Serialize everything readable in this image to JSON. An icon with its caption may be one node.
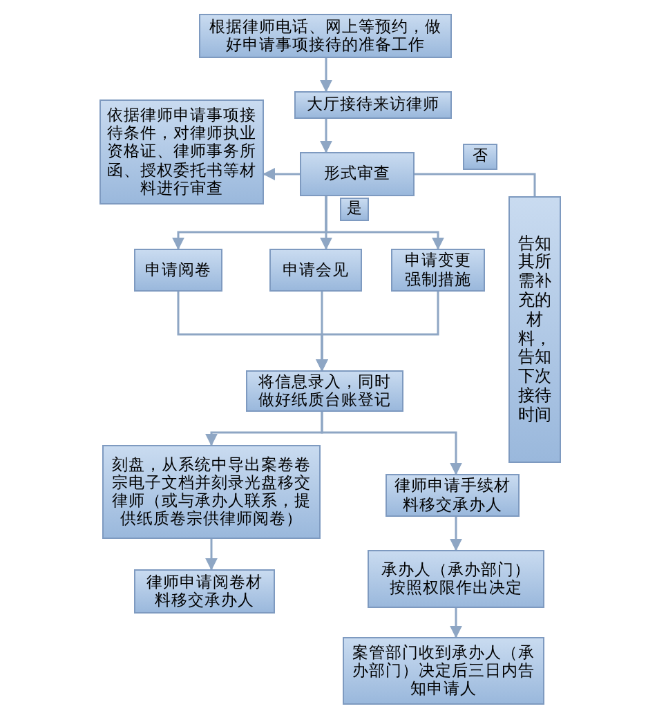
{
  "diagram": {
    "nodes": [
      {
        "text": [
          "根据律师电话、网上等预约，做好申请事项接待的准备工作"
        ]
      },
      {
        "text": [
          "大厅接待来访律师"
        ]
      },
      {
        "text": [
          "依据律师申请事项接待条件，对律师执业资格证、律师事务所函、授权委托书等材料进行审查"
        ]
      },
      {
        "text": [
          "形式审查"
        ]
      },
      {
        "text": [
          "否"
        ]
      },
      {
        "text": [
          "是"
        ]
      },
      {
        "text": [
          "告知其所需补充的材料，告知下次接待时间"
        ]
      },
      {
        "text": [
          "申请阅卷"
        ]
      },
      {
        "text": [
          "申请会见"
        ]
      },
      {
        "text": [
          "申请变更强制措施"
        ]
      },
      {
        "text": [
          "将信息录入，同时做好纸质台账登记"
        ]
      },
      {
        "text": [
          "刻盘，从系统中导出案卷卷宗电子文档并刻录光盘移交律师（或与承办人联系，提供纸质卷宗供律师阅卷）"
        ]
      },
      {
        "text": [
          "律师申请阅卷材料移交承办人"
        ]
      },
      {
        "text": [
          "律师申请手续材料移交承办人"
        ]
      },
      {
        "text": [
          "承办人（承办部门）按照权限作出决定"
        ]
      },
      {
        "text": [
          "案管部门收到承办人（承办部门）决定后三日内告知申请人"
        ]
      }
    ],
    "edges": [
      {
        "from": 0,
        "to": 1,
        "arrow": "to"
      },
      {
        "from": 1,
        "to": 3,
        "arrow": "to"
      },
      {
        "from": 3,
        "to": 2,
        "arrow": "to"
      },
      {
        "from": 3,
        "to": 6,
        "arrow": "none"
      },
      {
        "from": 3,
        "to": 7,
        "arrow": "to"
      },
      {
        "from": 3,
        "to": 8,
        "arrow": "to"
      },
      {
        "from": 3,
        "to": 9,
        "arrow": "to"
      },
      {
        "from": 7,
        "to": 10,
        "arrow": "to"
      },
      {
        "from": 8,
        "to": 10,
        "arrow": "to"
      },
      {
        "from": 9,
        "to": 10,
        "arrow": "to"
      },
      {
        "from": 10,
        "to": 11,
        "arrow": "to"
      },
      {
        "from": 10,
        "to": 13,
        "arrow": "to"
      },
      {
        "from": 11,
        "to": 12,
        "arrow": "to"
      },
      {
        "from": 13,
        "to": 14,
        "arrow": "to"
      },
      {
        "from": 14,
        "to": 15,
        "arrow": "to"
      }
    ]
  }
}
